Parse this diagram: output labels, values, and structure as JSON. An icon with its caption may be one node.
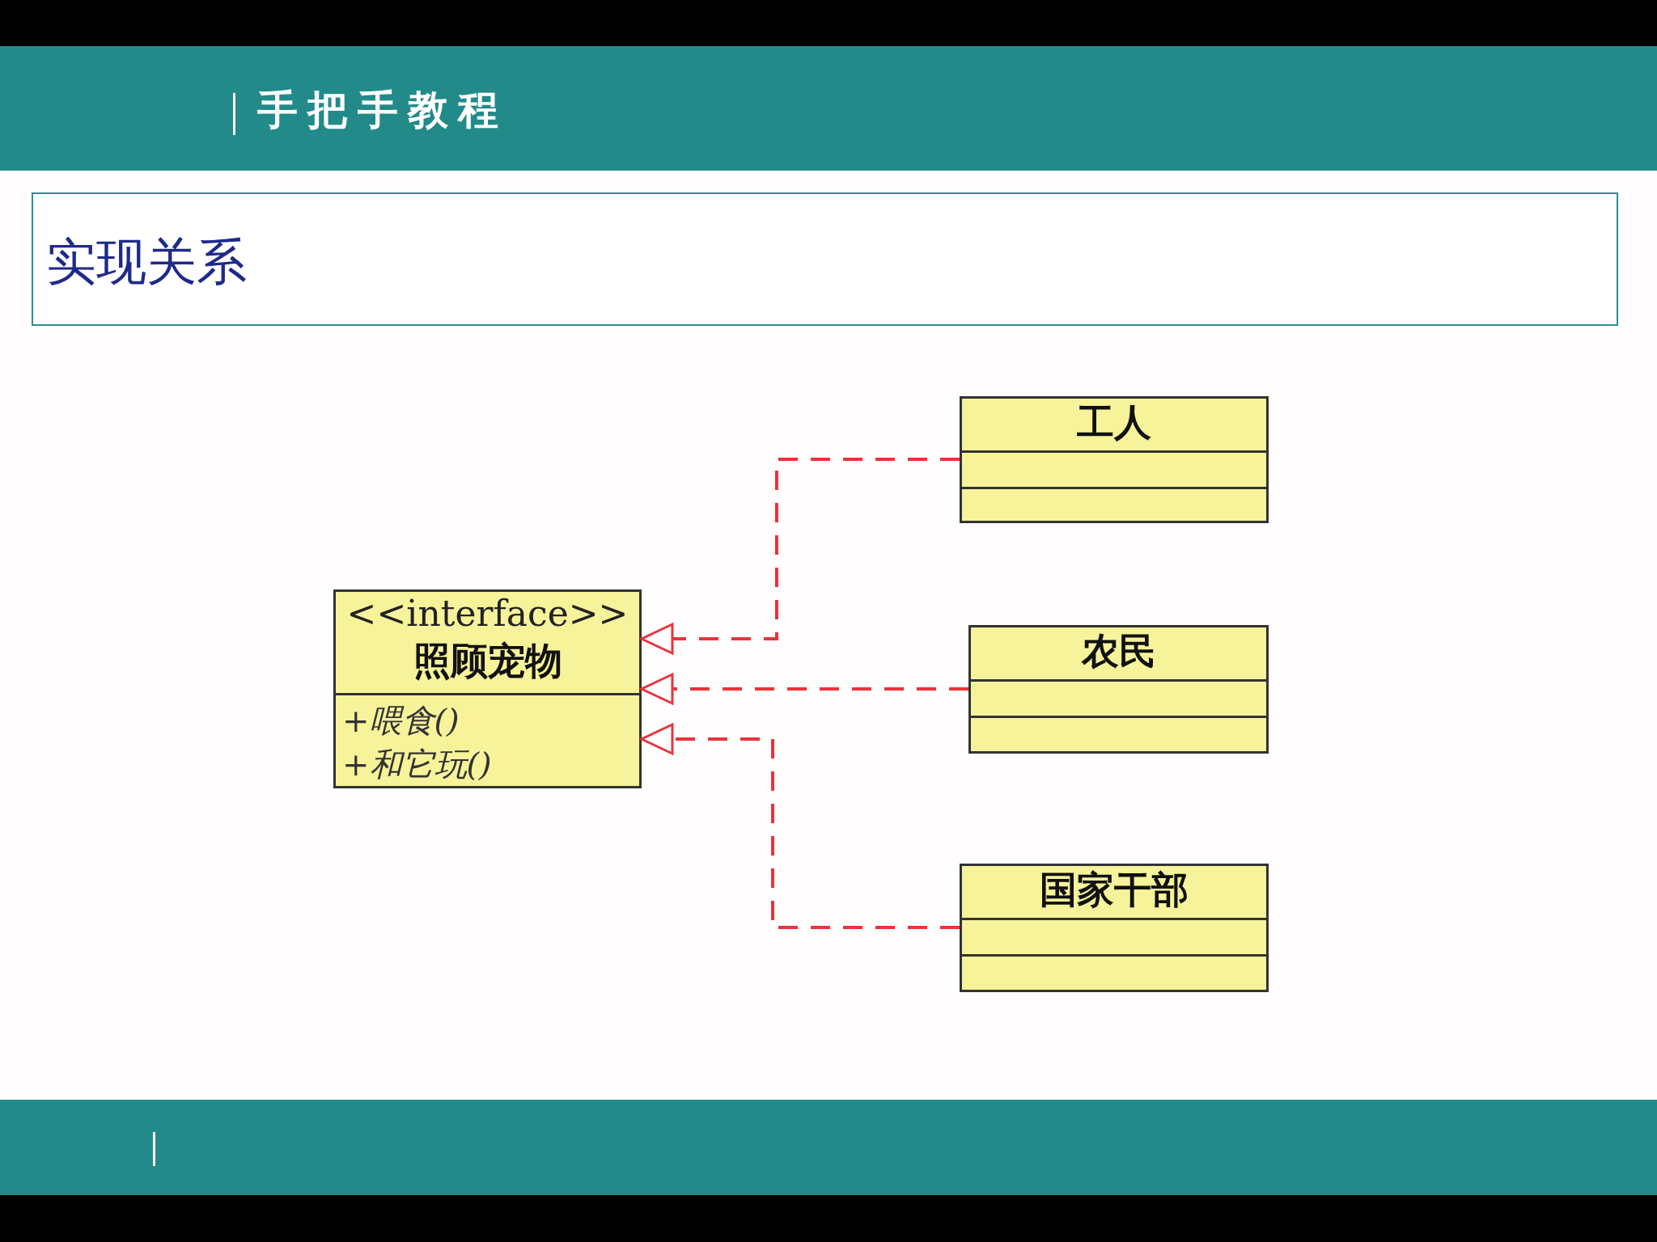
{
  "diagram": {
    "title": "实现关系",
    "nodes": [
      {
        "text": [
          "<<interface>>",
          "照顾宠物",
          "+喂食()",
          "+和它玩()"
        ]
      },
      {
        "text": [
          "工人"
        ]
      },
      {
        "text": [
          "农民"
        ]
      },
      {
        "text": [
          "国家干部"
        ]
      }
    ],
    "edges": [
      {
        "from": 1,
        "to": 0,
        "arrow": "to",
        "style": "dashed"
      },
      {
        "from": 2,
        "to": 0,
        "arrow": "to",
        "style": "dashed"
      },
      {
        "from": 3,
        "to": 0,
        "arrow": "to",
        "style": "dashed"
      }
    ],
    "labels": [
      "手把手教程"
    ]
  }
}
